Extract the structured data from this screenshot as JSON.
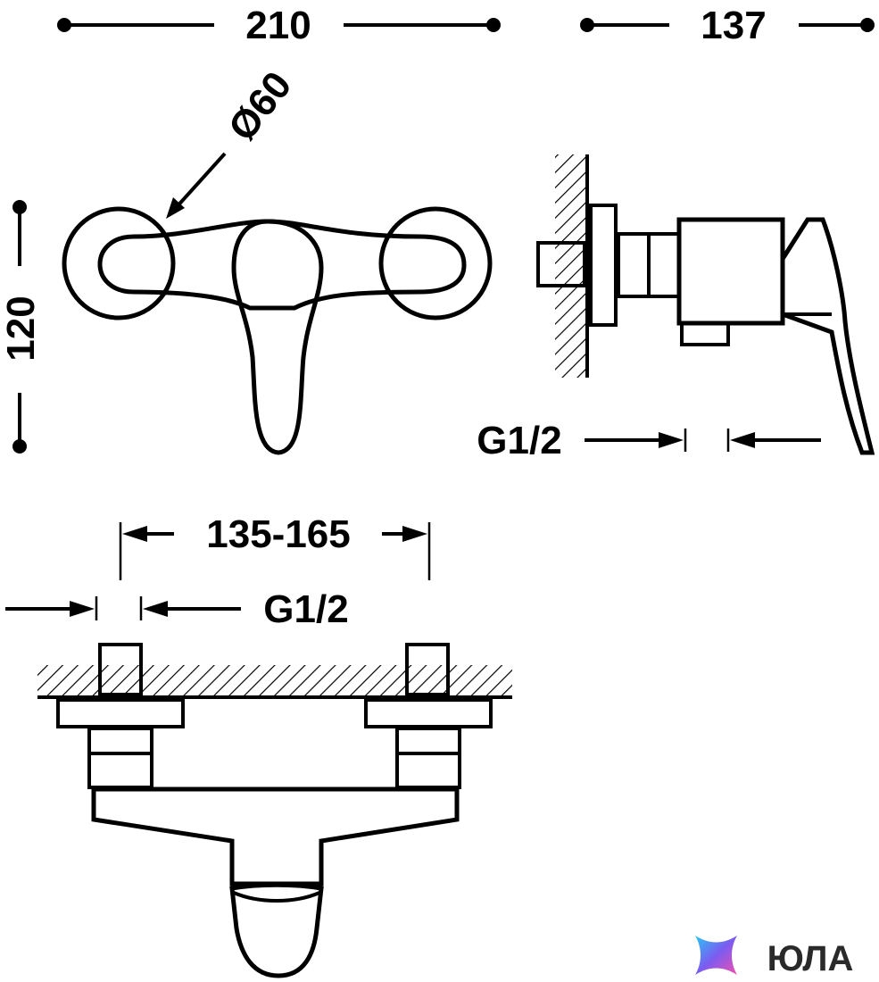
{
  "dimensions": {
    "width_total": "210",
    "depth_total": "137",
    "rosette_diameter": "Ø60",
    "height_total": "120",
    "side_connection": "G1/2",
    "centers_range": "135-165",
    "bottom_connection": "G1/2"
  },
  "logo": {
    "text": "ЮЛА"
  },
  "colors": {
    "line": "#000000",
    "background": "#ffffff",
    "logo_text": "#2a2a2a"
  }
}
